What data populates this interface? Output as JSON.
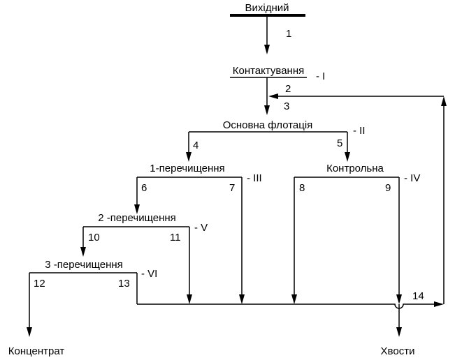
{
  "source": {
    "label": "Вихідний"
  },
  "stages": [
    {
      "id": "contacting",
      "label": "Контактування",
      "roman": "- I"
    },
    {
      "id": "main-flotation",
      "label": "Основна флотація",
      "roman": "- II"
    },
    {
      "id": "cleaning-1",
      "label": "1-перечищення",
      "roman": "- III"
    },
    {
      "id": "scavenger",
      "label": "Контрольна",
      "roman": "- IV"
    },
    {
      "id": "cleaning-2",
      "label": "2 -перечищення",
      "roman": "- V"
    },
    {
      "id": "cleaning-3",
      "label": "3 -перечищення",
      "roman": "- VI"
    }
  ],
  "streams": [
    "1",
    "2",
    "3",
    "4",
    "5",
    "6",
    "7",
    "8",
    "9",
    "10",
    "11",
    "12",
    "13",
    "14"
  ],
  "outputs": {
    "concentrate": "Концентрат",
    "tails": "Хвости"
  }
}
